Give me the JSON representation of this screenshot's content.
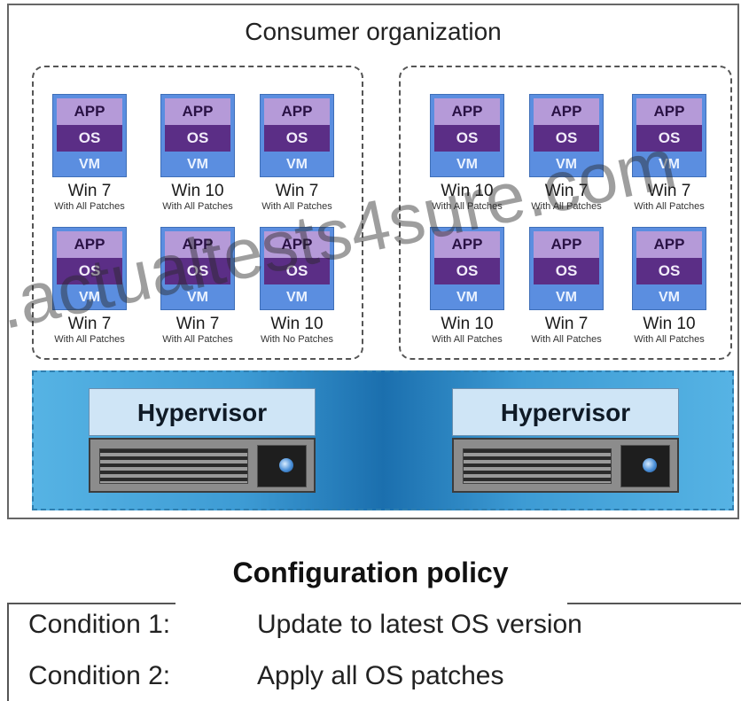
{
  "organization": {
    "title": "Consumer organization"
  },
  "vm_stack_labels": {
    "app": "APP",
    "os": "OS",
    "vm": "VM"
  },
  "groups": [
    {
      "vms": [
        {
          "os": "Win 7",
          "patches": "With All Patches"
        },
        {
          "os": "Win 10",
          "patches": "With All Patches"
        },
        {
          "os": "Win 7",
          "patches": "With All Patches"
        },
        {
          "os": "Win 7",
          "patches": "With All Patches"
        },
        {
          "os": "Win 7",
          "patches": "With All Patches"
        },
        {
          "os": "Win 10",
          "patches": "With No Patches"
        }
      ]
    },
    {
      "vms": [
        {
          "os": "Win 10",
          "patches": "With All Patches"
        },
        {
          "os": "Win 7",
          "patches": "With All Patches"
        },
        {
          "os": "Win 7",
          "patches": "With All Patches"
        },
        {
          "os": "Win 10",
          "patches": "With All Patches"
        },
        {
          "os": "Win 7",
          "patches": "With All Patches"
        },
        {
          "os": "Win 10",
          "patches": "With All Patches"
        }
      ]
    }
  ],
  "hypervisors": [
    {
      "label": "Hypervisor"
    },
    {
      "label": "Hypervisor"
    }
  ],
  "policy": {
    "title": "Configuration policy",
    "conditions": [
      {
        "label": "Condition 1:",
        "text": "Update to latest OS version"
      },
      {
        "label": "Condition 2:",
        "text": "Apply all OS patches"
      }
    ]
  },
  "watermark": ".actualtests4sure.com",
  "colors": {
    "app": "#b59ad8",
    "os": "#5b2e86",
    "vm": "#5b8ee0",
    "hypervisor_band": "#1b6fae"
  }
}
